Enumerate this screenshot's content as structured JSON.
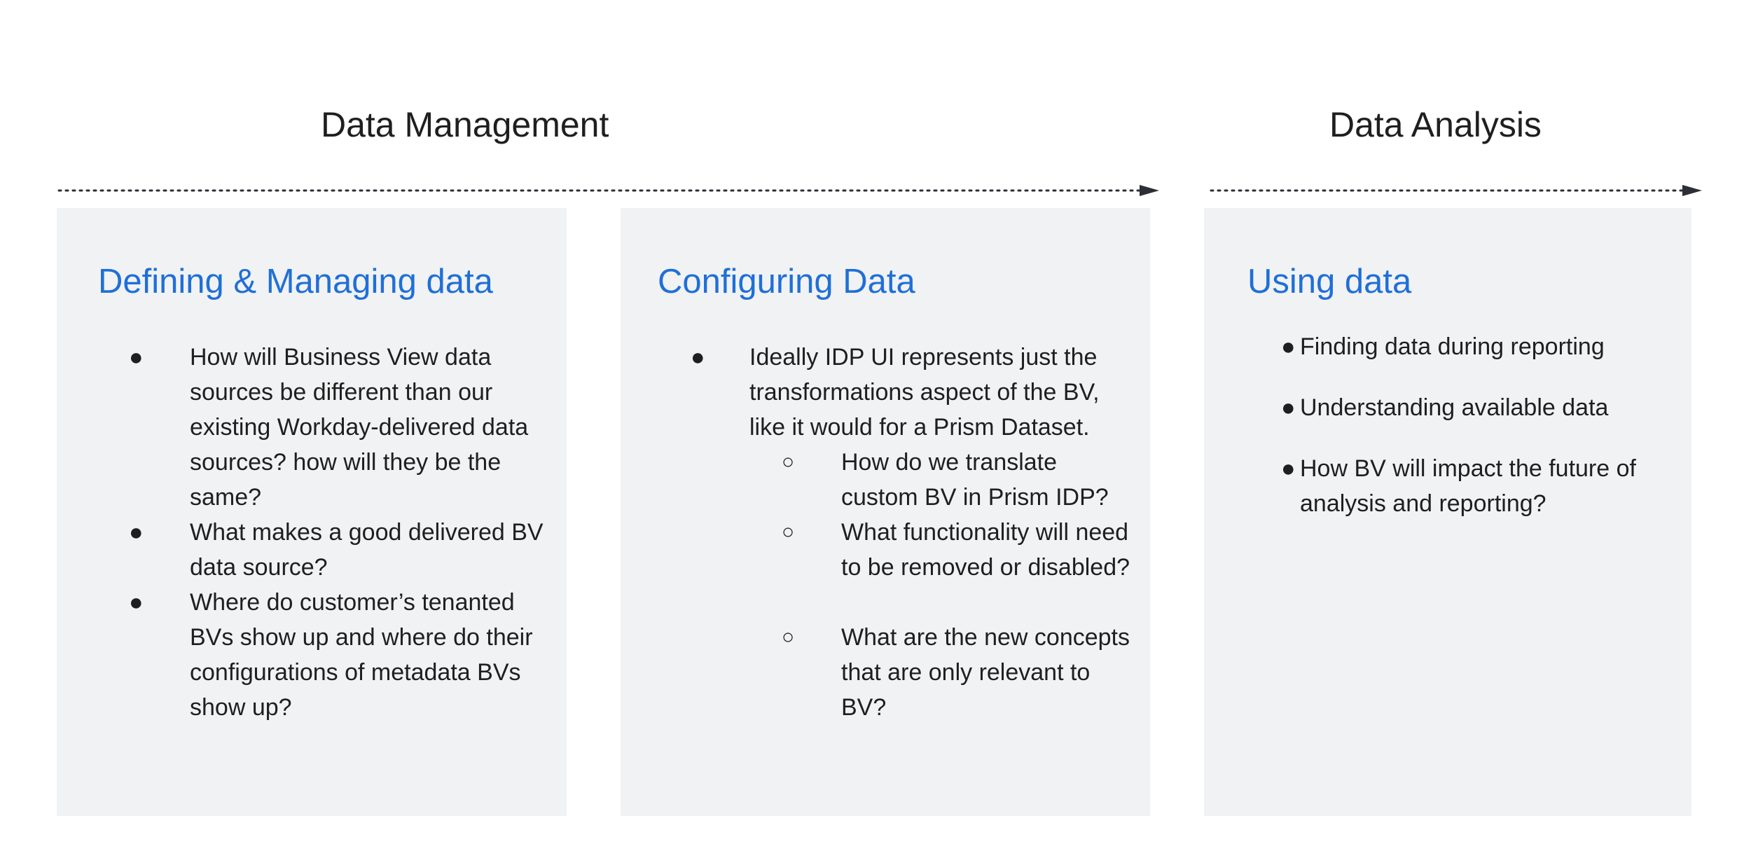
{
  "sections": {
    "data_management": "Data Management",
    "data_analysis": "Data Analysis"
  },
  "colors": {
    "heading_blue": "#1f6fd8",
    "panel_background": "#f1f2f3",
    "arrow": "#2d2f36"
  },
  "panels": {
    "defining": {
      "heading": "Defining & Managing data",
      "bullet": "●",
      "items": [
        "How will Business View  data sources be different than our existing Workday-delivered data sources? how will they be the same?",
        "What makes a good delivered BV data source?",
        "Where do customer’s tenanted BVs show up and where do their configurations of metadata BVs show up?"
      ]
    },
    "configuring": {
      "heading": "Configuring Data",
      "bullet": "●",
      "sub_bullet": "○",
      "items": [
        "Ideally IDP UI represents just the transformations aspect of the BV, like it would for a Prism Dataset."
      ],
      "sub_items": [
        "How do we translate custom BV in Prism IDP?",
        "What functionality will need to be removed or disabled?",
        "What are the new concepts that are only relevant to BV?"
      ]
    },
    "using": {
      "heading": "Using data",
      "bullet": "●",
      "items": [
        "Finding data during reporting",
        "Understanding available data",
        "How BV will impact the future of analysis and reporting?"
      ]
    }
  }
}
